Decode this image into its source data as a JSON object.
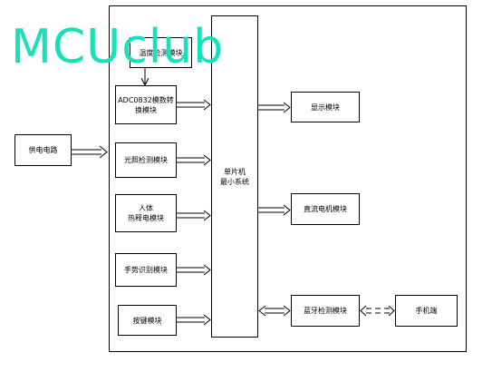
{
  "watermark": "MCUclub",
  "blocks": {
    "temperature": "温度检测模块",
    "adc": "ADC0832模数转\n换模块",
    "light": "光照检测模块",
    "pir": "人体\n热释电模块",
    "gesture": "手势识别模块",
    "keys": "按键模块",
    "mcu": "单片机\n最小系统",
    "power": "供电电路",
    "display": "显示模块",
    "motor": "直流电机模块",
    "bluetooth": "蓝牙检测模块",
    "phone": "手机端"
  },
  "colors": {
    "watermark": "#19e0b8",
    "line": "#000000"
  }
}
